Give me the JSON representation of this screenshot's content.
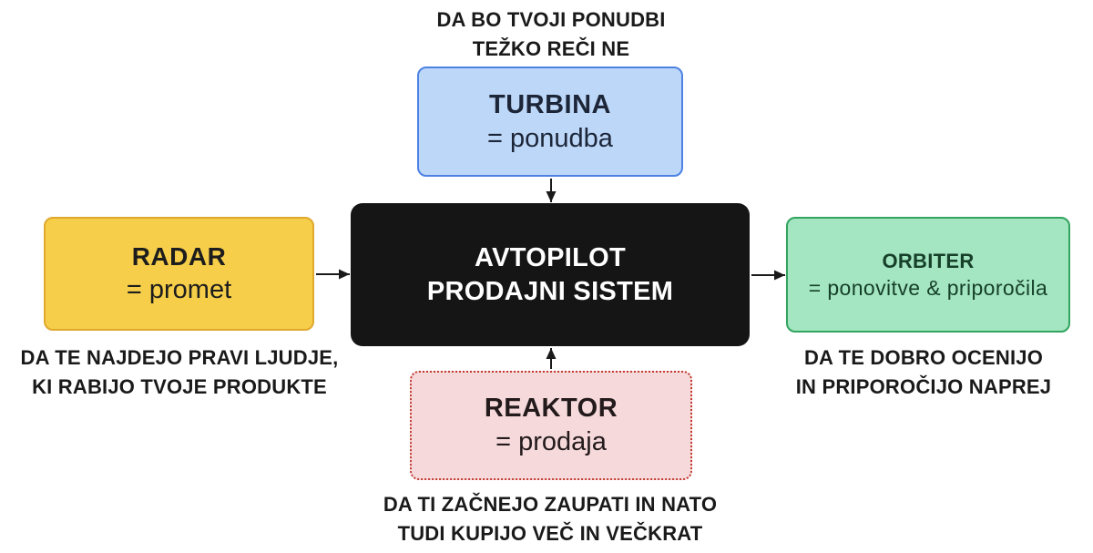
{
  "canvas": {
    "background": "#ffffff",
    "arrow_color": "#1a1a1a"
  },
  "center_box": {
    "line1": "AVTOPILOT",
    "line2": "PRODAJNI SISTEM",
    "fill": "#151515",
    "text_color": "#ffffff"
  },
  "turbina": {
    "caption_line1": "DA BO TVOJI PONUDBI",
    "caption_line2": "TEŽKO REČI NE",
    "title": "TURBINA",
    "subtitle": "= ponudba",
    "fill": "#bdd7f8",
    "border": "#4d82e3",
    "text_color": "#1c2638"
  },
  "radar": {
    "title": "RADAR",
    "subtitle": "= promet",
    "caption_line1": "DA TE NAJDEJO PRAVI LJUDJE,",
    "caption_line2": "KI RABIJO TVOJE PRODUKTE",
    "fill": "#f6ce49",
    "border": "#dfa92e",
    "text_color": "#1d1d1d"
  },
  "orbiter": {
    "title": "ORBITER",
    "subtitle": "= ponovitve & priporočila",
    "caption_line1": "DA TE DOBRO OCENIJO",
    "caption_line2": "IN PRIPOROČIJO NAPREJ",
    "fill": "#a3e6c1",
    "border": "#33a45f",
    "text_color": "#17402a"
  },
  "reaktor": {
    "title": "REAKTOR",
    "subtitle": "= prodaja",
    "caption_line1": "DA TI ZAČNEJO ZAUPATI IN NATO",
    "caption_line2": "TUDI KUPIJO VEČ IN VEČKRAT",
    "fill": "#f6dadb",
    "border": "#c23b32",
    "text_color": "#231a1c",
    "border_style": "dotted"
  }
}
